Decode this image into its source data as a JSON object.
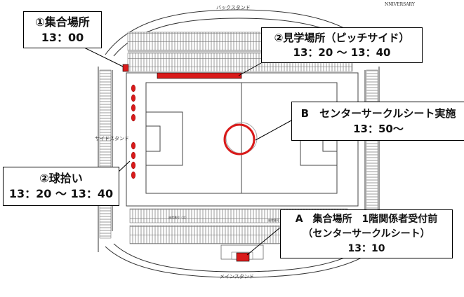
{
  "map_labels": {
    "back_stand": "バックスタンド",
    "main_stand": "メインスタンド",
    "side_stand": "サイドスタンド",
    "brand": "NNIVERSARY",
    "seat_tag_left": "座席番号（北）",
    "seat_tag_right": "座席番号（南）"
  },
  "callouts": {
    "assembly_1": {
      "title": "①集合場所",
      "time": "13：00"
    },
    "tour": {
      "title": "②見学場所（ピッチサイド）",
      "time": "13：20 ～ 13：40"
    },
    "center_circle": {
      "title": "B　センターサークルシート実施",
      "time": "13：50～"
    },
    "ball_pick": {
      "title": "②球拾い",
      "time": "13：20 ～ 13：40"
    },
    "assembly_a": {
      "title": "A　集合場所　1階関係者受付前",
      "subtitle": "（センターサークルシート）",
      "time": "13：10"
    }
  },
  "colors": {
    "marker_red": "#d91a1a",
    "seat_gray": "#aaaaaa",
    "line_black": "#000000"
  }
}
